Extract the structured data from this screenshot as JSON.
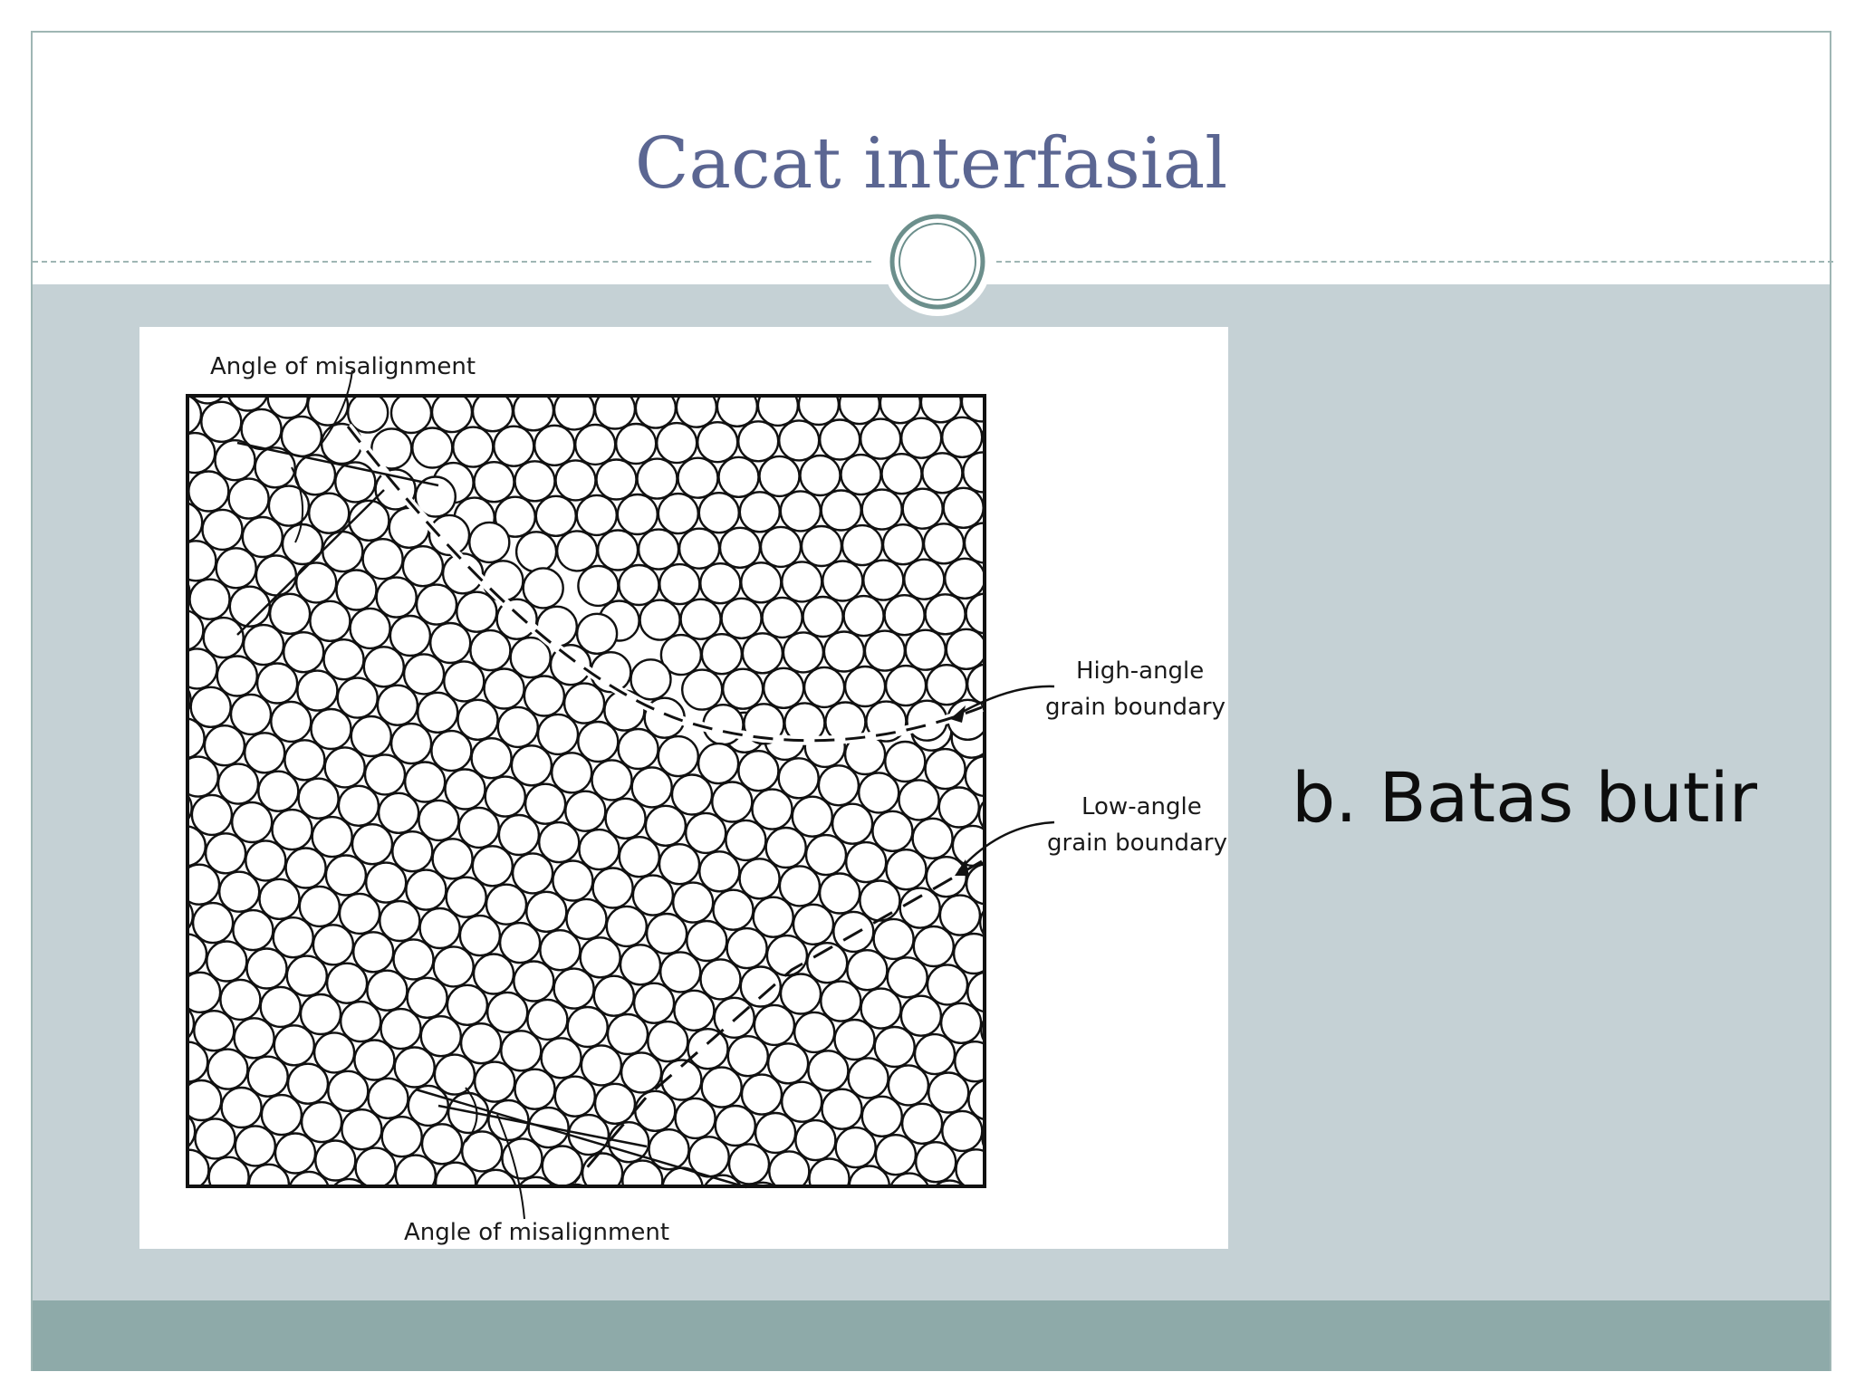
{
  "slide": {
    "title": "Cacat interfasial",
    "side_text": "b. Batas butir"
  },
  "figure": {
    "labels": {
      "top_misalignment": "Angle of misalignment",
      "high_angle_1": "High-angle",
      "high_angle_2": "grain boundary",
      "low_angle_1": "Low-angle",
      "low_angle_2": "grain boundary",
      "bottom_misalignment": "Angle of misalignment"
    }
  },
  "colors": {
    "title": "#5b6692",
    "content_band": "#c5d1d5",
    "footer_band": "#8eaaa9",
    "frame": "#9fb6b4"
  }
}
